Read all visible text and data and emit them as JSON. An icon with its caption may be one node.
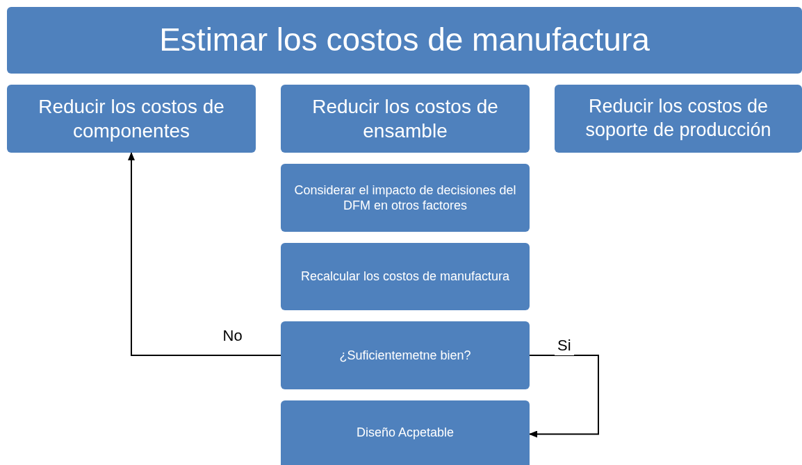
{
  "diagram": {
    "nodes": [
      {
        "text": [
          "Estimar los costos de manufactura"
        ]
      },
      {
        "text": [
          "Reducir los costos de componentes"
        ]
      },
      {
        "text": [
          "Reducir los costos de ensamble"
        ]
      },
      {
        "text": [
          "Reducir los costos de soporte de producción"
        ]
      },
      {
        "text": [
          "Considerar el impacto de decisiones del DFM en otros factores"
        ]
      },
      {
        "text": [
          "Recalcular los costos de manufactura"
        ]
      },
      {
        "text": [
          "¿Suficientemetne bien?"
        ]
      },
      {
        "text": [
          "Diseño Acpetable"
        ]
      }
    ],
    "edges": [
      {
        "from": 6,
        "to": 1,
        "arrow": "to",
        "label": "No"
      },
      {
        "from": 6,
        "to": 7,
        "arrow": "to",
        "label": "Si"
      }
    ]
  }
}
